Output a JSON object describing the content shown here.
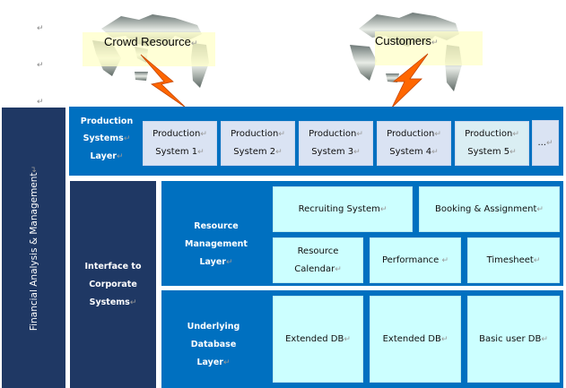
{
  "paragraph_marks": [
    "↵",
    "↵",
    "↵"
  ],
  "clouds": {
    "crowd": {
      "label": "Crowd Resource",
      "mark": "↵"
    },
    "customers": {
      "label": "Customers",
      "mark": "↵"
    }
  },
  "sidebar": {
    "label": "Financial Analysis & Management",
    "mark": "↵"
  },
  "production_layer": {
    "title_lines": [
      "Production",
      "Systems",
      "Layer"
    ],
    "systems": [
      {
        "line1": "Production",
        "line2": "System 1"
      },
      {
        "line1": "Production",
        "line2": "System 2"
      },
      {
        "line1": "Production",
        "line2": "System 3"
      },
      {
        "line1": "Production",
        "line2": "System 4"
      },
      {
        "line1": "Production",
        "line2": "System 5"
      }
    ],
    "more_label": "..."
  },
  "interface": {
    "lines": [
      "Interface to",
      "Corporate",
      "Systems"
    ]
  },
  "resource_layer": {
    "title_lines": [
      "Resource Management",
      "Layer"
    ],
    "top_row": [
      "Recruiting System",
      "Booking & Assignment"
    ],
    "bottom_row": [
      {
        "line1": "Resource",
        "line2": "Calendar"
      },
      {
        "line1": "Performance",
        "line2": ""
      },
      {
        "line1": "Timesheet",
        "line2": ""
      }
    ]
  },
  "database_layer": {
    "title_lines": [
      "Underlying Database",
      "Layer"
    ],
    "dbs": [
      "Extended DB",
      "Extended DB",
      "Basic user DB"
    ]
  },
  "mark": "↵",
  "colors": {
    "navy": "#1f3864",
    "blue": "#0070c0",
    "cyan": "#ccffff",
    "lavender": "#dae3f3",
    "bolt": "#ff6600"
  }
}
